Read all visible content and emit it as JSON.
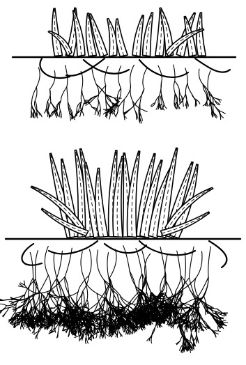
{
  "figure": {
    "panels": [
      {
        "id": "top",
        "blade_count": 14,
        "root_density": "sparse"
      },
      {
        "id": "bottom",
        "blade_count": 16,
        "root_density": "dense"
      }
    ],
    "colors": {
      "ink": "#000000",
      "paper": "#ffffff"
    }
  }
}
